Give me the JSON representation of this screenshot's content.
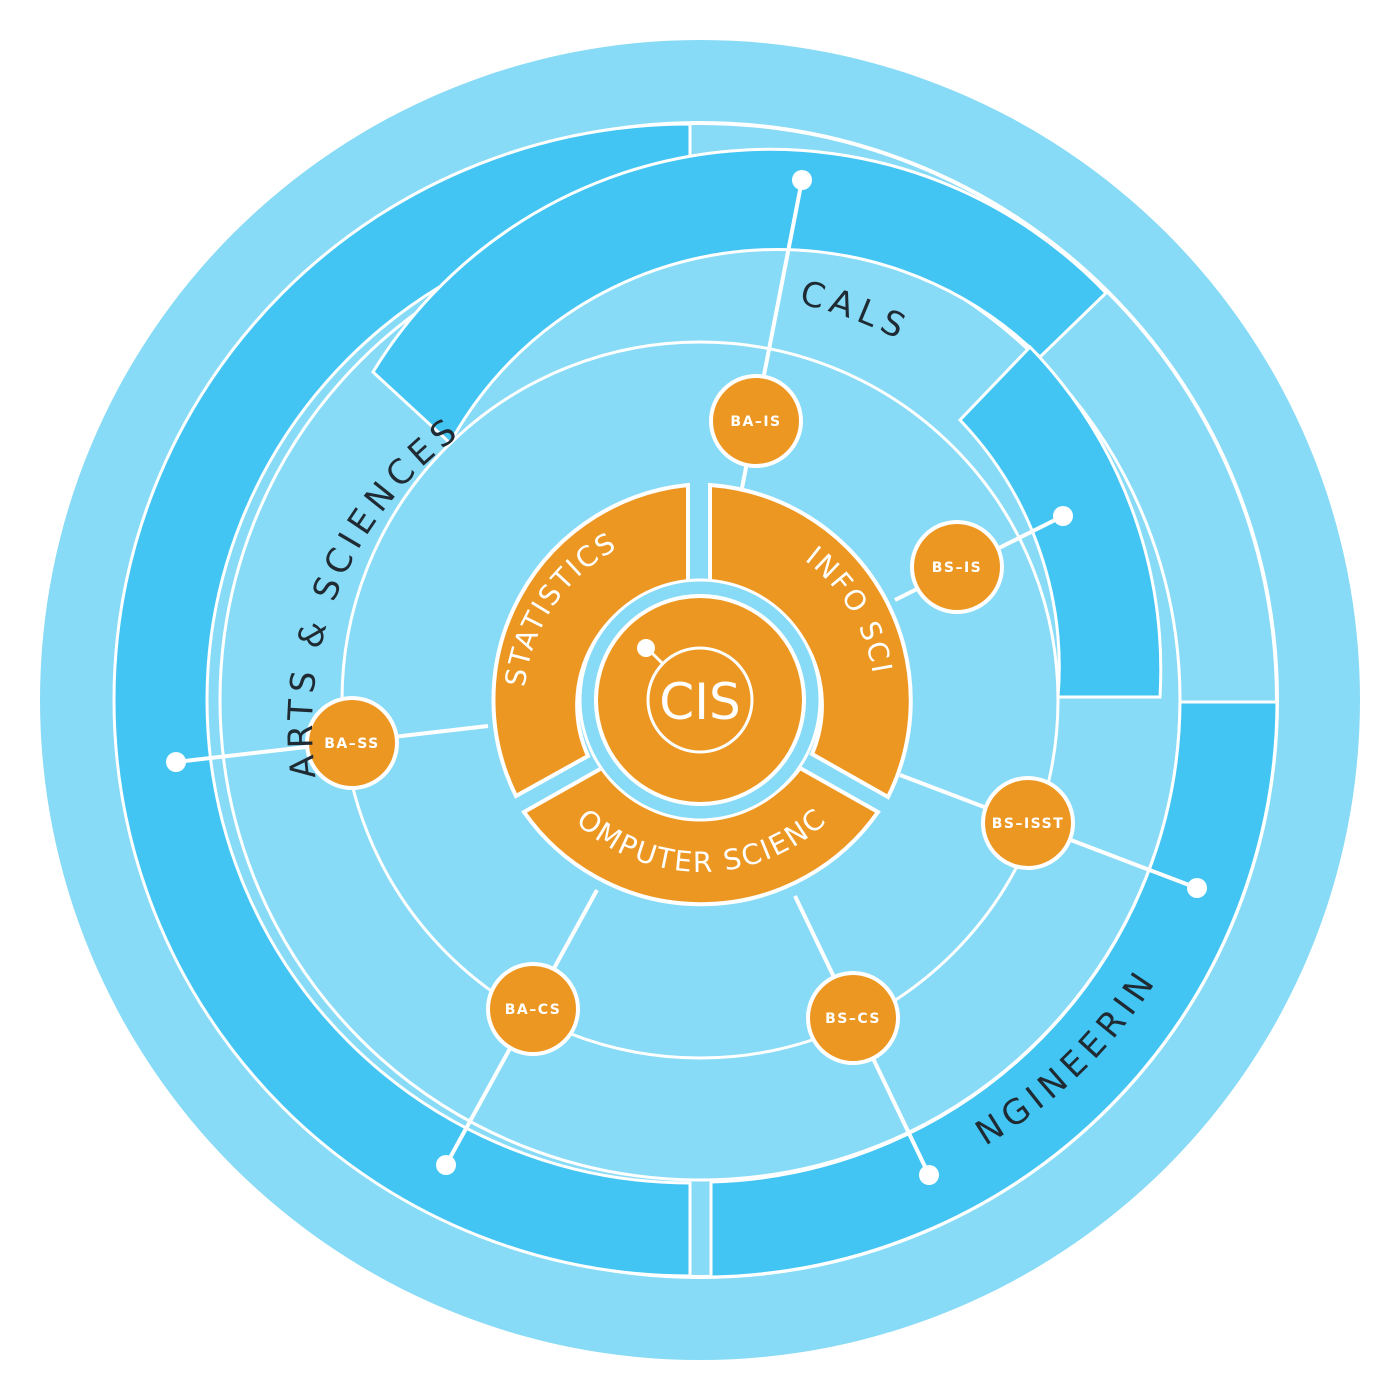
{
  "colors": {
    "background": "#ffffff",
    "outer_circle": "#87dbf6",
    "band": "#43c5f3",
    "line": "#ffffff",
    "orange": "#ec9722",
    "text_dark": "#1f2a33"
  },
  "colleges": {
    "arts_sciences": "ARTS & SCIENCES",
    "cals": "CALS",
    "engineering": "ENGINEERING"
  },
  "departments": {
    "statistics": "STATISTICS",
    "info_sci": "INFO SCI",
    "computer_science": "COMPUTER SCIENCE"
  },
  "center": "CIS",
  "degrees": {
    "ba_is": "BA–IS",
    "bs_is": "BS–IS",
    "ba_ss": "BA–SS",
    "bs_isst": "BS–ISST",
    "ba_cs": "BA–CS",
    "bs_cs": "BS–CS"
  }
}
